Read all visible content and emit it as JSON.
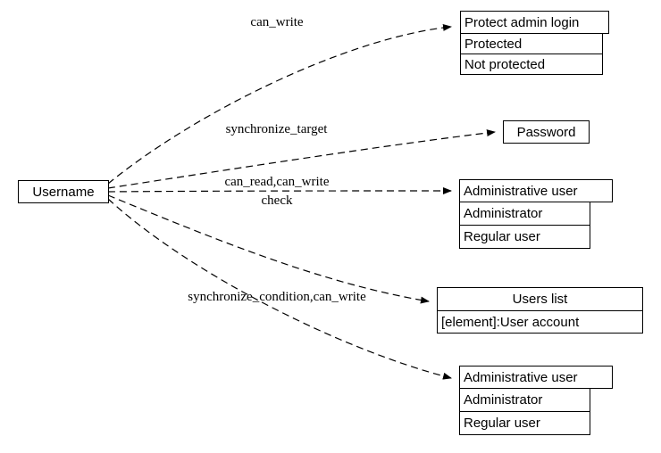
{
  "diagram": {
    "source": {
      "label": "Username"
    },
    "edge_labels": {
      "can_write": "can_write",
      "synchronize_target": "synchronize_target",
      "can_read_can_write": "can_read,can_write",
      "check": "check",
      "synchronize_condition_can_write": "synchronize_condition,can_write"
    },
    "nodes": {
      "protect_admin_login": {
        "title": "Protect admin login",
        "rows": [
          "Protected",
          "Not protected"
        ]
      },
      "password": {
        "title": "Password"
      },
      "administrative_user_top": {
        "title": "Administrative user",
        "rows": [
          "Administrator",
          "Regular user"
        ]
      },
      "users_list": {
        "title": "Users list",
        "rows": [
          "[element]:User account"
        ]
      },
      "administrative_user_bottom": {
        "title": "Administrative user",
        "rows": [
          "Administrator",
          "Regular user"
        ]
      }
    },
    "colors": {
      "stroke": "#000000",
      "background": "#ffffff"
    }
  }
}
